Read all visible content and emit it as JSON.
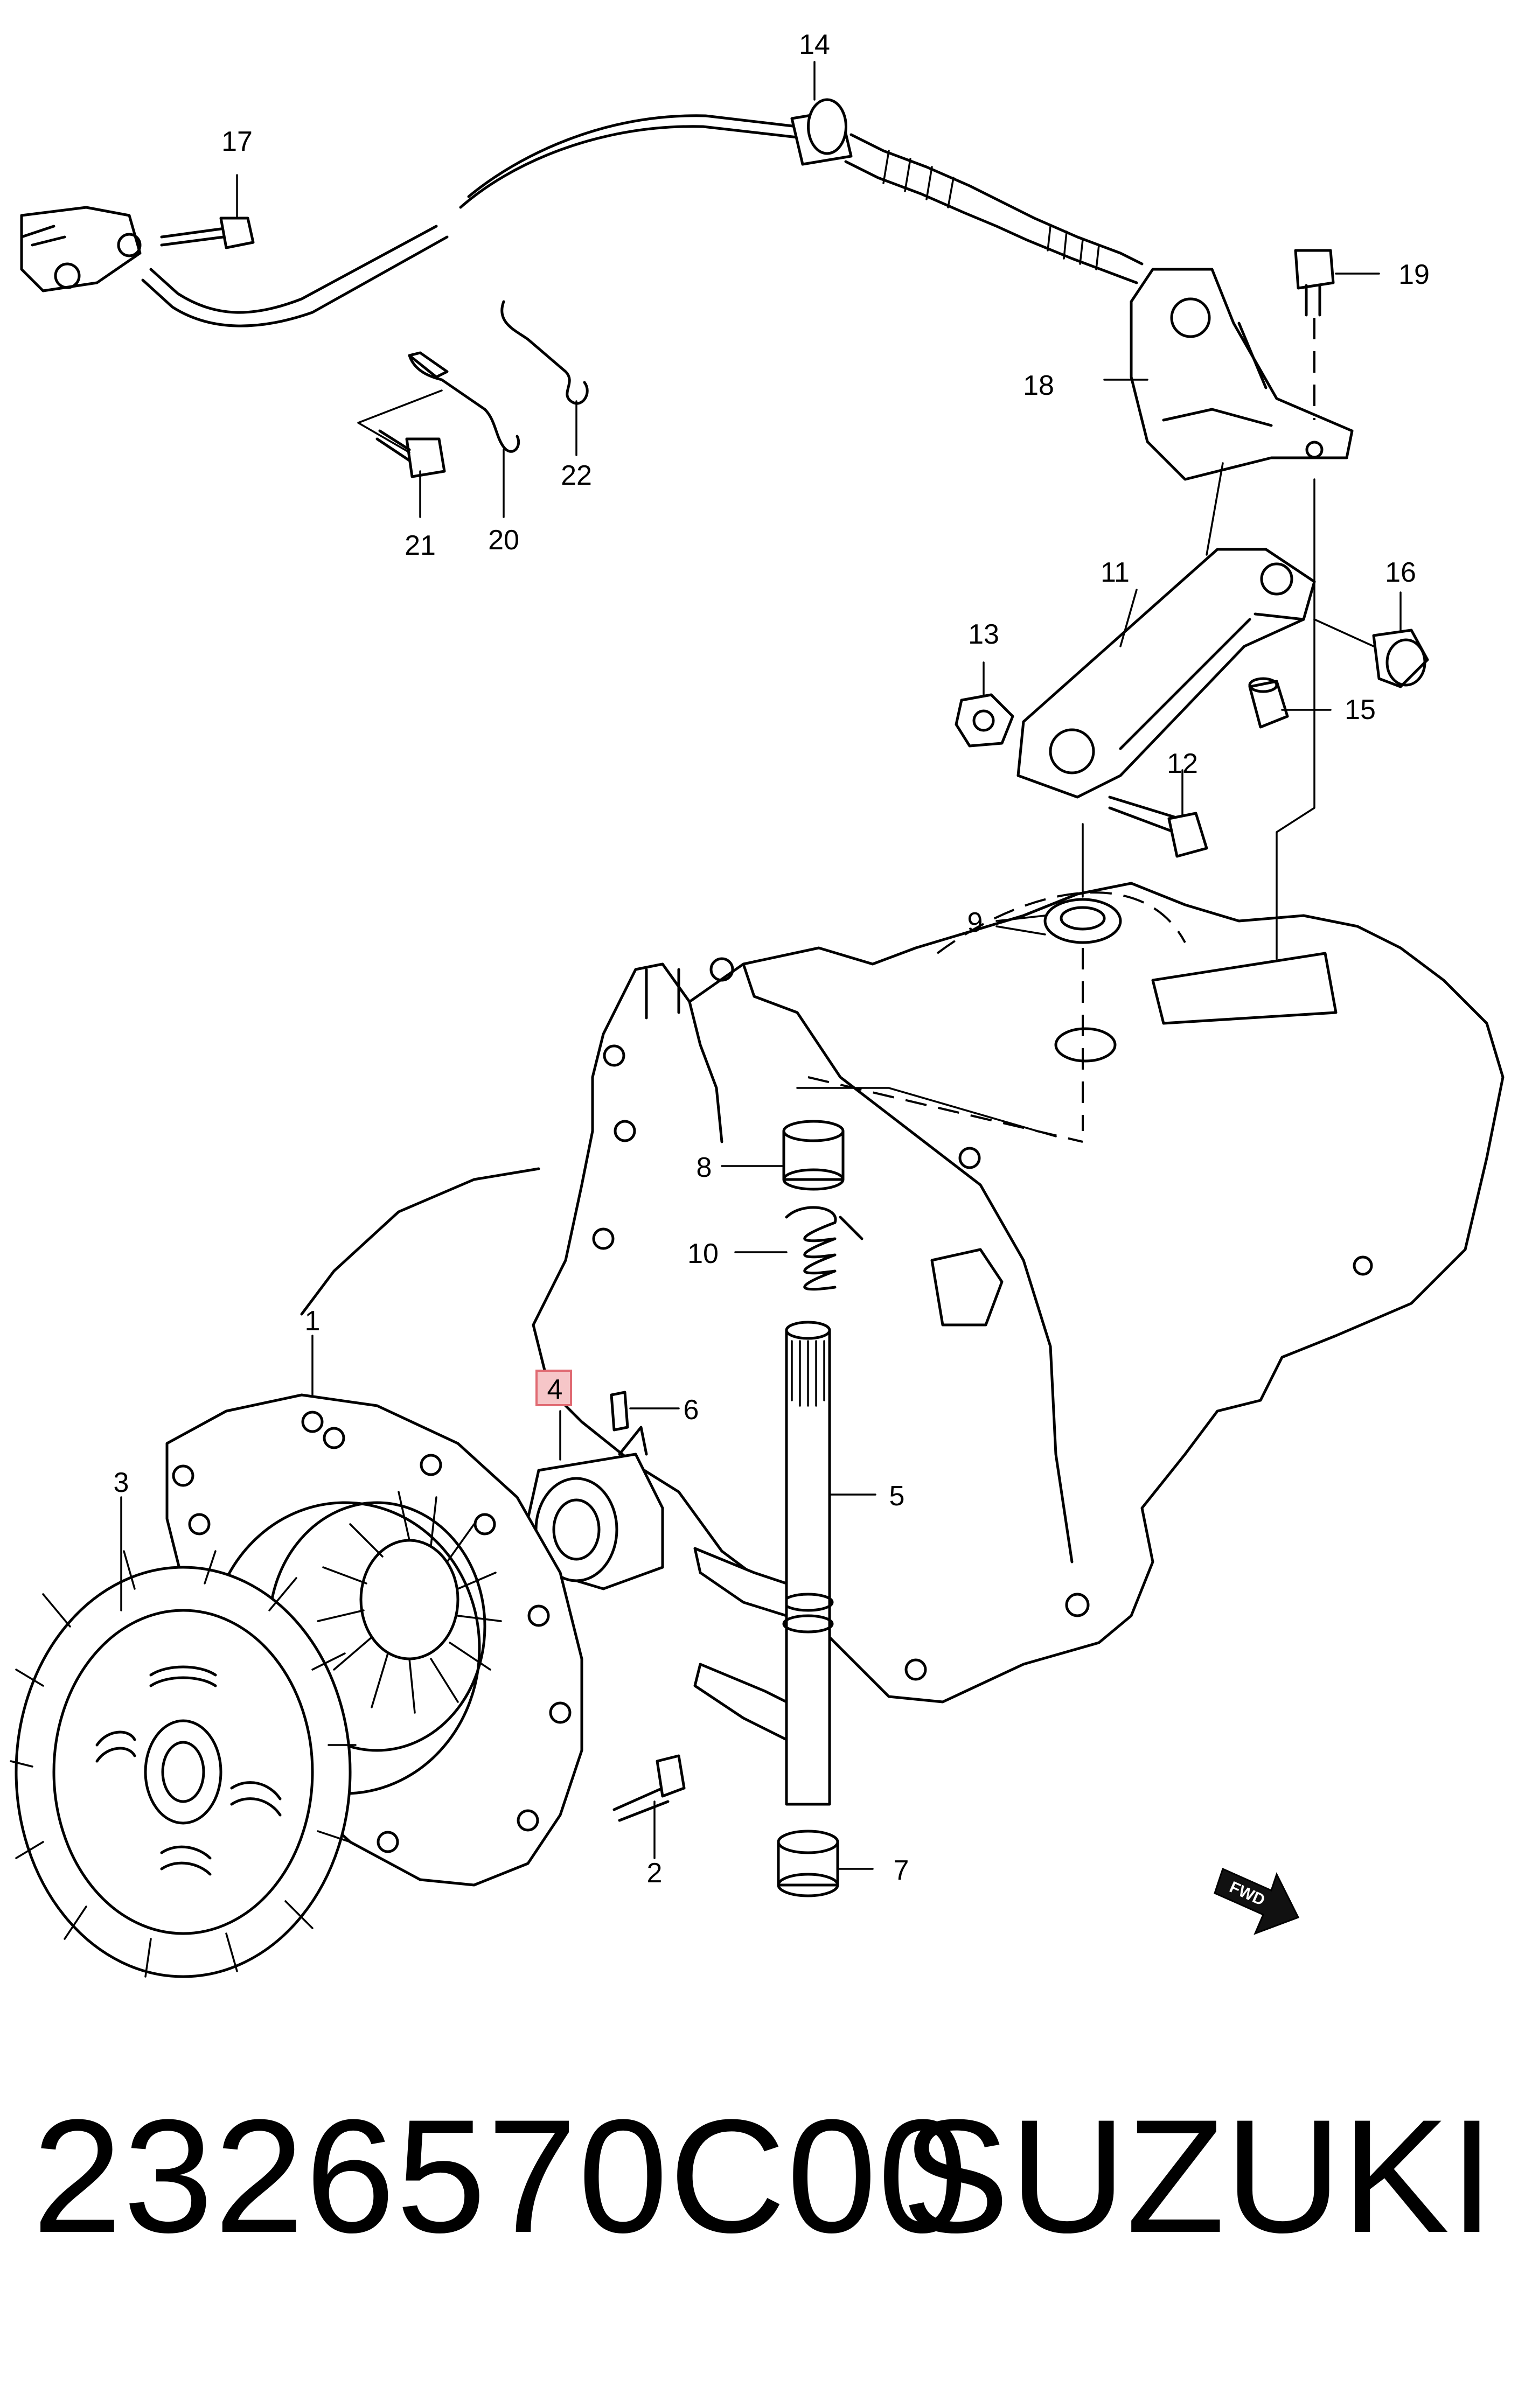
{
  "diagram": {
    "callouts": [
      {
        "id": "c1",
        "text": "1"
      },
      {
        "id": "c2",
        "text": "2"
      },
      {
        "id": "c3",
        "text": "3"
      },
      {
        "id": "c4",
        "text": "4"
      },
      {
        "id": "c5",
        "text": "5"
      },
      {
        "id": "c6",
        "text": "6"
      },
      {
        "id": "c7",
        "text": "7"
      },
      {
        "id": "c8",
        "text": "8"
      },
      {
        "id": "c9",
        "text": "9"
      },
      {
        "id": "c10",
        "text": "10"
      },
      {
        "id": "c11",
        "text": "11"
      },
      {
        "id": "c12",
        "text": "12"
      },
      {
        "id": "c13",
        "text": "13"
      },
      {
        "id": "c14",
        "text": "14"
      },
      {
        "id": "c15",
        "text": "15"
      },
      {
        "id": "c16",
        "text": "16"
      },
      {
        "id": "c17",
        "text": "17"
      },
      {
        "id": "c18",
        "text": "18"
      },
      {
        "id": "c19",
        "text": "19"
      },
      {
        "id": "c20",
        "text": "20"
      },
      {
        "id": "c21",
        "text": "21"
      },
      {
        "id": "c22",
        "text": "22"
      }
    ],
    "highlighted_callout": "4",
    "fwd_arrow_label": "FWD",
    "highlight_color": "#f6c6c8"
  },
  "footer": {
    "part_number": "2326570C00",
    "brand": "SUZUKI"
  }
}
